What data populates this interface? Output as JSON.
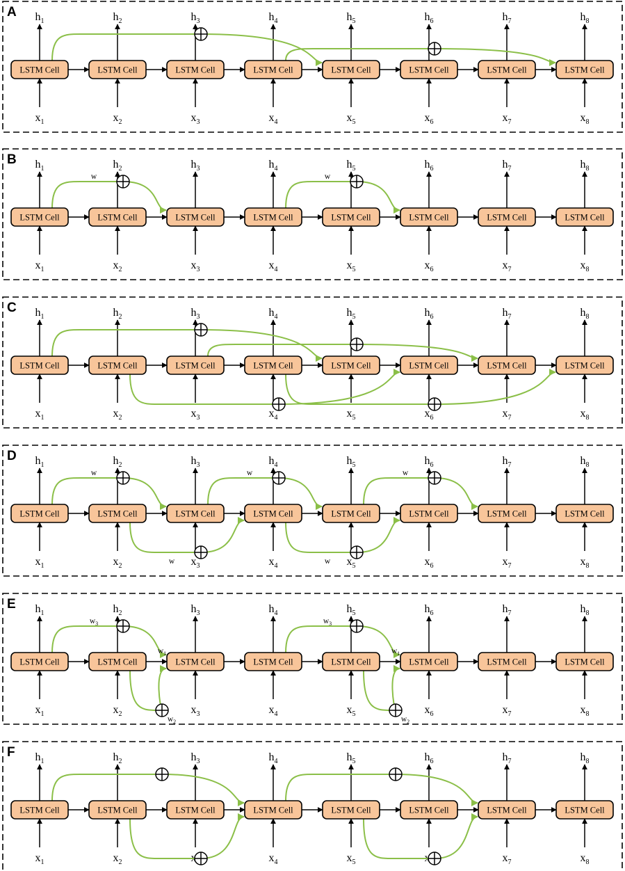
{
  "cell_label": "LSTM Cell",
  "output_symbol": "h",
  "input_symbol": "x",
  "colors": {
    "cell_fill": "#f8c59a",
    "connection": "#8bbf48",
    "frame": "#000000"
  },
  "icons": {
    "sum": "circled-plus-icon"
  },
  "panels": [
    {
      "letter": "A",
      "connections": [
        {
          "from": 1,
          "to": 5,
          "side": "top"
        },
        {
          "from": 4,
          "to": 8,
          "side": "top"
        }
      ],
      "weights": []
    },
    {
      "letter": "B",
      "connections": [
        {
          "from": 1,
          "to": 3,
          "side": "top"
        },
        {
          "from": 4,
          "to": 6,
          "side": "top"
        }
      ],
      "weights": [
        {
          "base": "w",
          "sub": "",
          "conn": 0,
          "pos": "above"
        },
        {
          "base": "w",
          "sub": "",
          "conn": 1,
          "pos": "above"
        }
      ]
    },
    {
      "letter": "C",
      "connections": [
        {
          "from": 1,
          "to": 5,
          "side": "top"
        },
        {
          "from": 3,
          "to": 7,
          "side": "top"
        },
        {
          "from": 2,
          "to": 6,
          "side": "bottom"
        },
        {
          "from": 4,
          "to": 8,
          "side": "bottom"
        }
      ],
      "weights": []
    },
    {
      "letter": "D",
      "connections": [
        {
          "from": 1,
          "to": 3,
          "side": "top"
        },
        {
          "from": 3,
          "to": 5,
          "side": "top"
        },
        {
          "from": 5,
          "to": 7,
          "side": "top"
        },
        {
          "from": 2,
          "to": 4,
          "side": "bottom"
        },
        {
          "from": 4,
          "to": 6,
          "side": "bottom"
        }
      ],
      "weights": [
        {
          "base": "w",
          "sub": "",
          "conn": 0,
          "pos": "above"
        },
        {
          "base": "w",
          "sub": "",
          "conn": 1,
          "pos": "above"
        },
        {
          "base": "w",
          "sub": "",
          "conn": 2,
          "pos": "above"
        },
        {
          "base": "w",
          "sub": "",
          "conn": 3,
          "pos": "below"
        },
        {
          "base": "w",
          "sub": "",
          "conn": 4,
          "pos": "below"
        }
      ]
    },
    {
      "letter": "E",
      "connections": [
        {
          "from": 1,
          "to": 3,
          "side": "top"
        },
        {
          "from": 2,
          "to": 3,
          "side": "bottom"
        },
        {
          "from": 4,
          "to": 6,
          "side": "top"
        },
        {
          "from": 5,
          "to": 6,
          "side": "bottom"
        }
      ],
      "weights": [
        {
          "base": "w",
          "sub": "3",
          "conn": 0,
          "pos": "above"
        },
        {
          "base": "w",
          "sub": "2",
          "conn": 1,
          "pos": "below"
        },
        {
          "base": "w",
          "sub": "1",
          "conn": 1,
          "pos": "end"
        },
        {
          "base": "w",
          "sub": "3",
          "conn": 2,
          "pos": "above"
        },
        {
          "base": "w",
          "sub": "2",
          "conn": 3,
          "pos": "below"
        },
        {
          "base": "w",
          "sub": "1",
          "conn": 3,
          "pos": "end"
        }
      ]
    },
    {
      "letter": "F",
      "connections": [
        {
          "from": 1,
          "to": 4,
          "side": "top"
        },
        {
          "from": 2,
          "to": 4,
          "side": "bottom"
        },
        {
          "from": 4,
          "to": 7,
          "side": "top"
        },
        {
          "from": 5,
          "to": 7,
          "side": "bottom"
        }
      ],
      "weights": []
    }
  ]
}
